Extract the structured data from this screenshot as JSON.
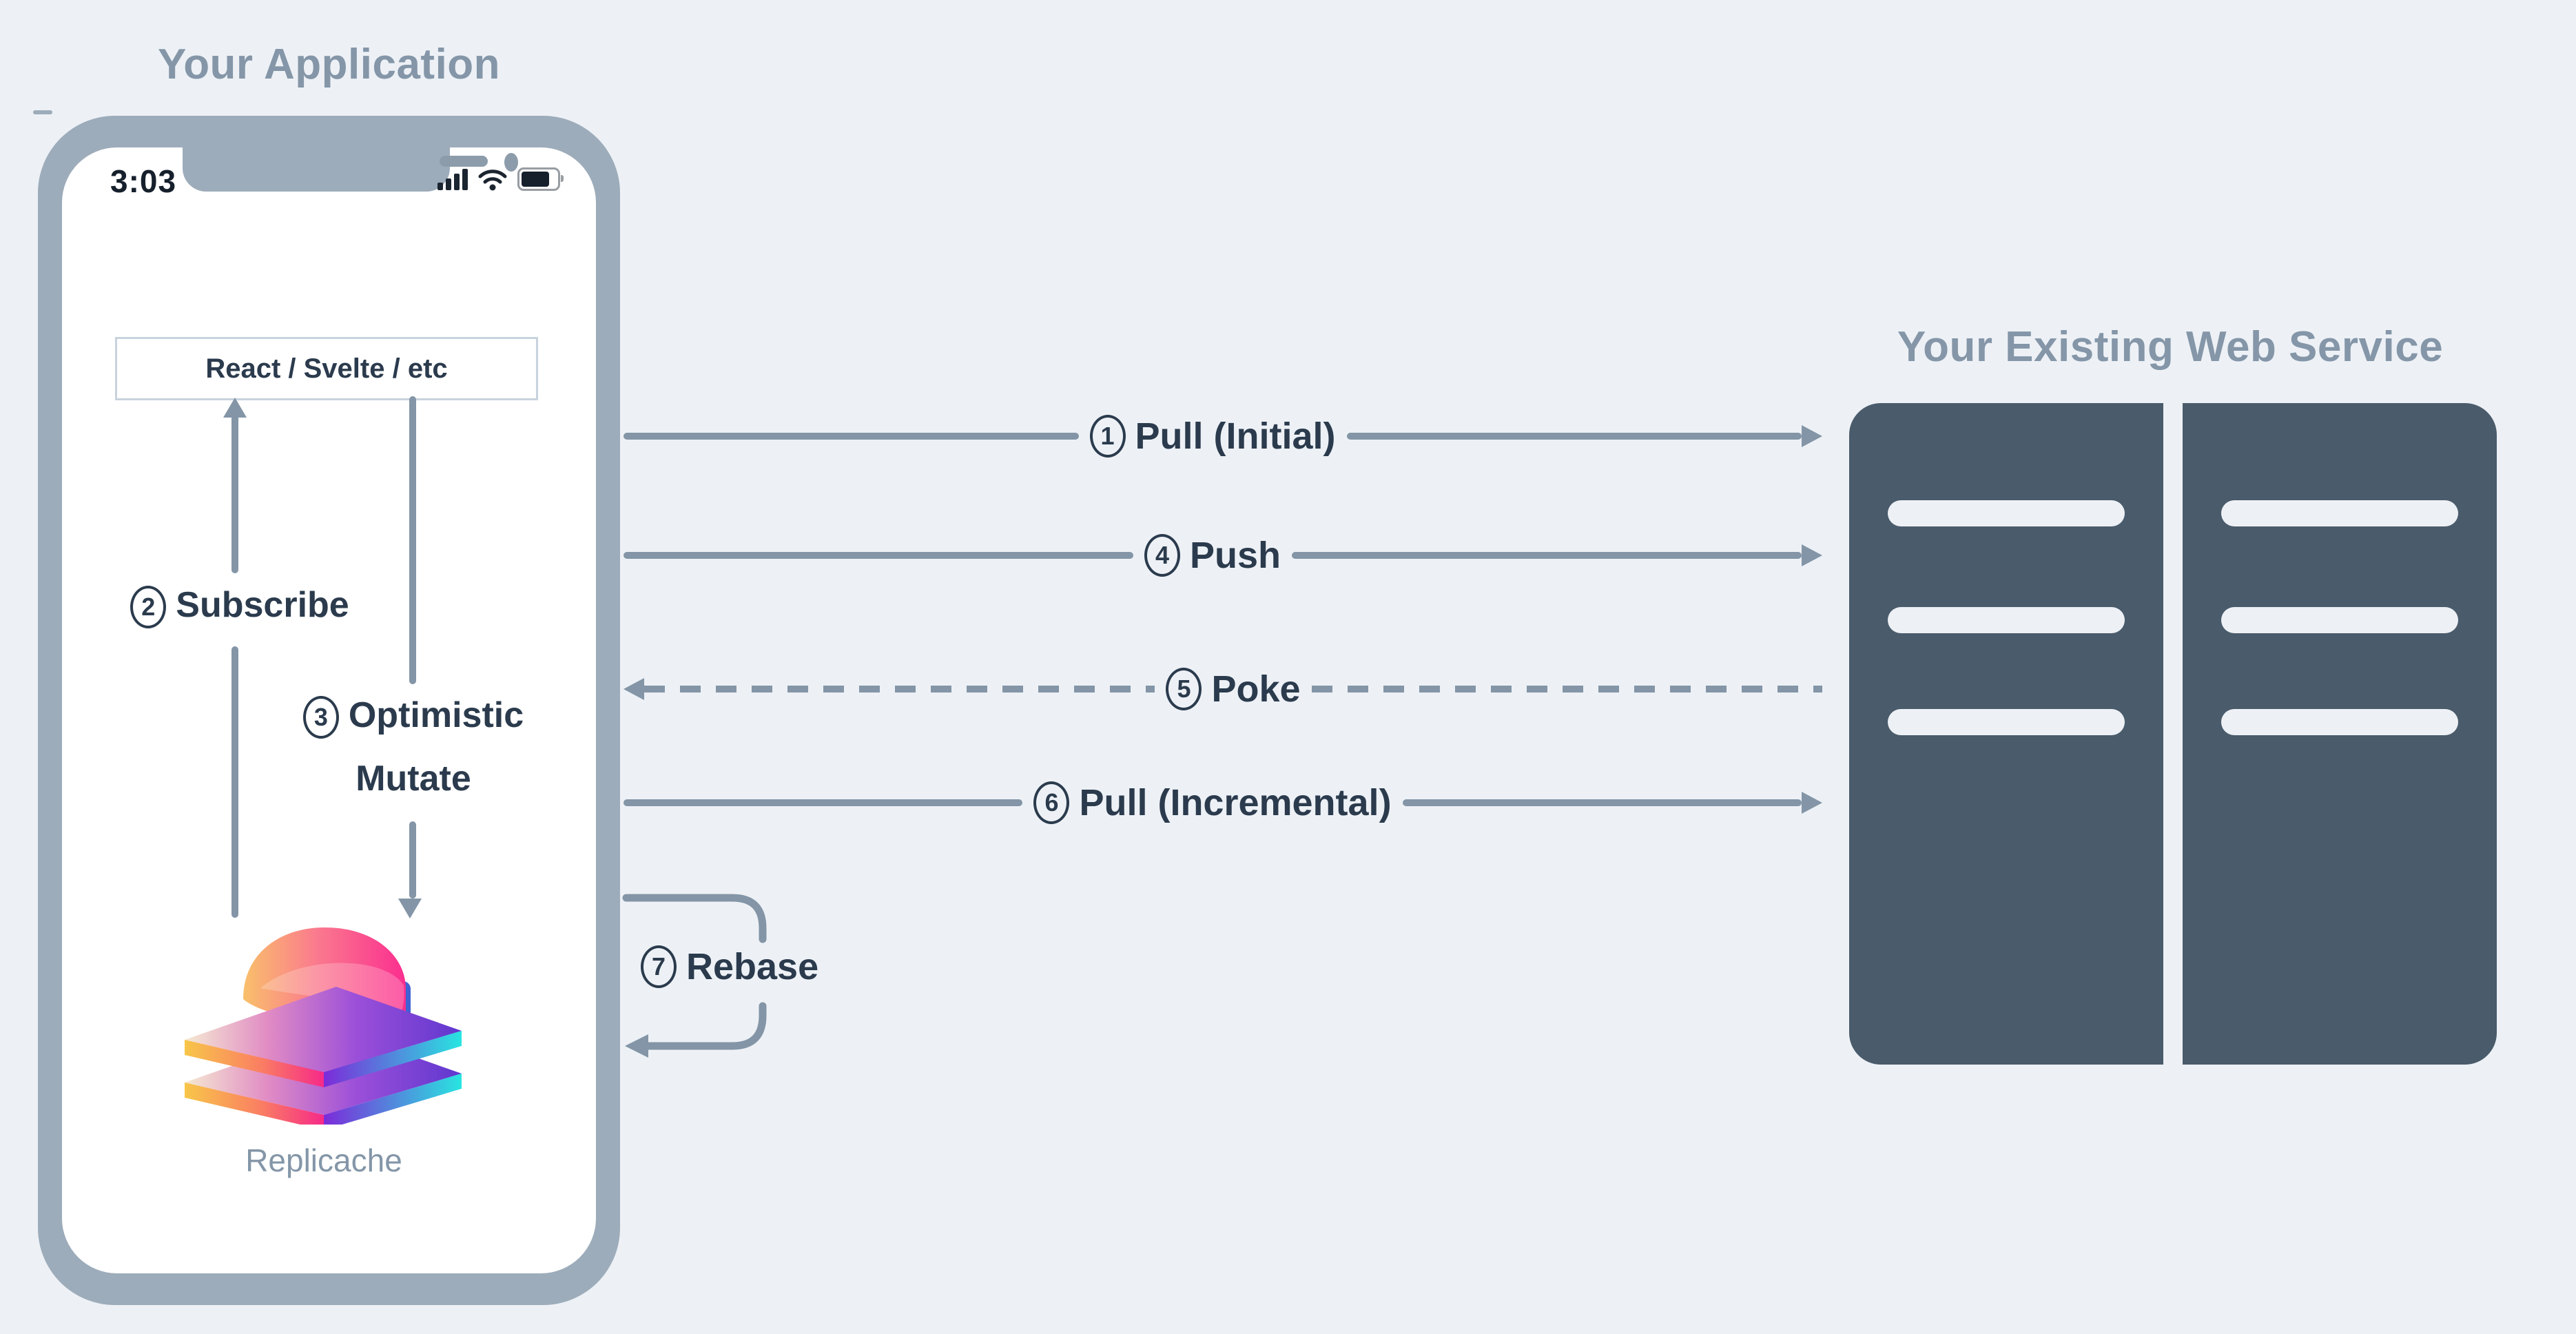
{
  "application": {
    "title": "Your Application",
    "phone": {
      "time": "3:03",
      "status_icons": [
        "cell-signal-icon",
        "wifi-icon",
        "battery-icon"
      ]
    },
    "ui_box": "React / Svelte / etc",
    "internal_flows": [
      {
        "num": "2",
        "label": "Subscribe",
        "direction": "up"
      },
      {
        "num": "3",
        "label": "Optimistic",
        "label2": "Mutate",
        "direction": "down"
      }
    ],
    "logo_caption": "Replicache"
  },
  "web_service": {
    "title": "Your Existing Web Service"
  },
  "flows": [
    {
      "num": "1",
      "label": "Pull (Initial)",
      "style": "solid",
      "direction": "right"
    },
    {
      "num": "4",
      "label": "Push",
      "style": "solid",
      "direction": "right"
    },
    {
      "num": "5",
      "label": "Poke",
      "style": "dashed",
      "direction": "left"
    },
    {
      "num": "6",
      "label": "Pull (Incremental)",
      "style": "solid",
      "direction": "right"
    },
    {
      "num": "7",
      "label": "Rebase",
      "style": "loop",
      "direction": "loop-back"
    }
  ],
  "colors": {
    "background": "#edf1f6",
    "phone_frame": "#9dacba",
    "line_gray": "#8395a6",
    "label_navy": "#2b3b4d",
    "muted_title_gray": "#8496a8",
    "server_fill": "#4a5b6b",
    "logo_orange": "#f9c06a",
    "logo_pink": "#fb2e8f",
    "logo_purple": "#6d2fd0",
    "logo_cyan": "#28e5e0"
  }
}
